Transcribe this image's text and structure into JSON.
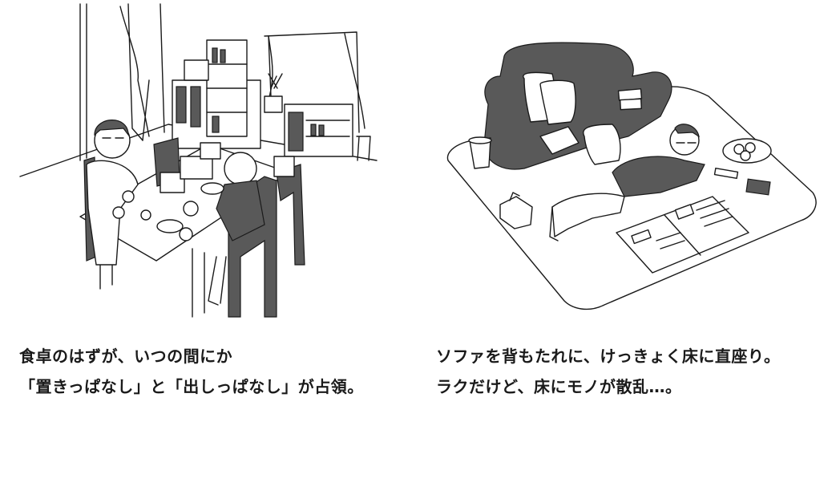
{
  "panels": [
    {
      "caption": {
        "line1": "食卓のはずが、いつの間にか",
        "line2": "「置きっぱなし」と「出しっぱなし」が占領。"
      }
    },
    {
      "caption": {
        "line1": "ソファを背もたれに、けっきょく床に直座り。",
        "line2": "ラクだけど、床にモノが散乱…。"
      }
    }
  ],
  "colors": {
    "background": "#ffffff",
    "ink": "#1a1a1a",
    "dark_fill": "#595959"
  },
  "icons": [
    "dining-room-illustration",
    "living-room-illustration"
  ]
}
